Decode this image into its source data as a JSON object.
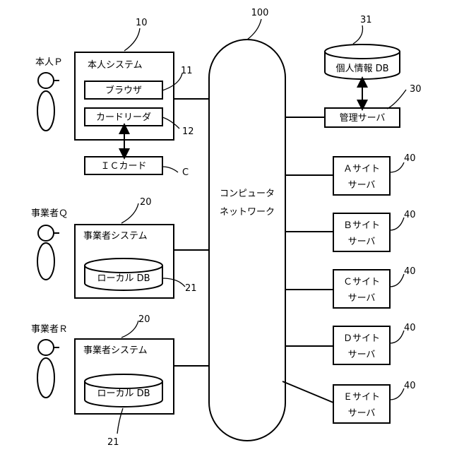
{
  "network": {
    "label_line1": "コンピュータ",
    "label_line2": "ネットワーク",
    "ref": "100"
  },
  "person_p": {
    "label": "本人Ｐ"
  },
  "honin_system": {
    "title": "本人システム",
    "ref": "10"
  },
  "browser": {
    "label": "ブラウザ",
    "ref": "11"
  },
  "card_reader": {
    "label": "カードリーダ",
    "ref": "12"
  },
  "ic_card": {
    "label": "ＩＣカード",
    "ref": "C"
  },
  "business_q": {
    "person_label": "事業者Ｑ",
    "system_title": "事業者システム",
    "system_ref": "20",
    "db_label": "ローカル DB",
    "db_ref": "21"
  },
  "business_r": {
    "person_label": "事業者Ｒ",
    "system_title": "事業者システム",
    "system_ref": "20",
    "db_label": "ローカル DB",
    "db_ref": "21"
  },
  "personal_db": {
    "label": "個人情報 DB",
    "ref": "31"
  },
  "mgmt_server": {
    "label": "管理サーバ",
    "ref": "30"
  },
  "site_servers": [
    {
      "line1": "Ａサイト",
      "line2": "サーバ",
      "ref": "40"
    },
    {
      "line1": "Ｂサイト",
      "line2": "サーバ",
      "ref": "40"
    },
    {
      "line1": "Ｃサイト",
      "line2": "サーバ",
      "ref": "40"
    },
    {
      "line1": "Ｄサイト",
      "line2": "サーバ",
      "ref": "40"
    },
    {
      "line1": "Ｅサイト",
      "line2": "サーバ",
      "ref": "40"
    }
  ]
}
